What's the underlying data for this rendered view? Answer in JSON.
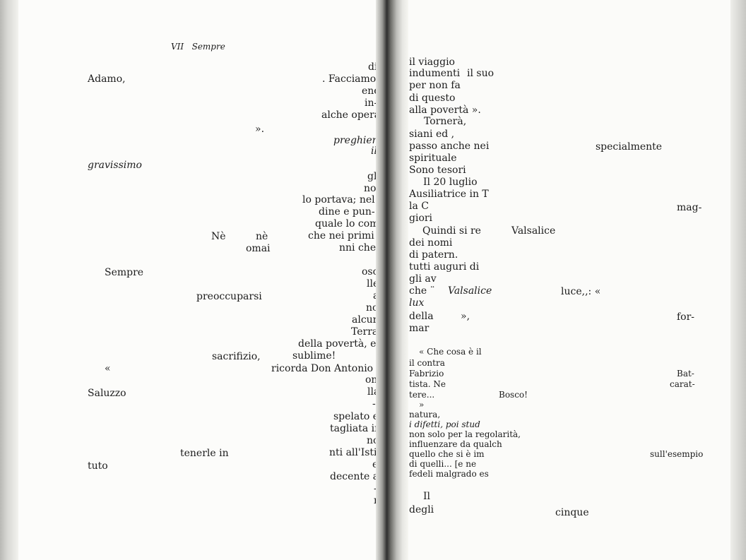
{
  "left_page": {
    "header": {
      "chapter": "VII",
      "title": "Sempre"
    },
    "lines": {
      "l01": "di",
      "l02": "Adamo,",
      "l03": ". Facciamo",
      "l04": "ene",
      "l05": "in-",
      "l06": "alche opera",
      "l07": "».",
      "l08": "preghiere,",
      "l09": "il",
      "l10": "gravissimo",
      "l11": "gli",
      "l12": "no",
      "l13": "lo portava; nel",
      "l14": "dine e pun-",
      "l15": "quale lo com-",
      "l16": "Nè",
      "l17": "nè",
      "l18": "che nei primi",
      "l19": "omai",
      "l20": "nni che",
      "l21": "Sempre",
      "l22": "oso",
      "l23": "lle",
      "l24": "preoccuparsi",
      "l25": "a",
      "l26": "no",
      "l27": "alcun",
      "l28": "Terra",
      "l29": "della povertà, ed",
      "l30": "sacrifizio,",
      "l31": "sublime!",
      "l32": "«",
      "l33": "ricorda Don Antonio",
      "l34": "on",
      "l35": "Saluzzo",
      "l36": "lla",
      "l37": "-,",
      "l38": "spelato e",
      "l39": "tagliata in",
      "l40": "no",
      "l41": "tenerle in",
      "l42": "nti all'Isti-",
      "l43": "tuto",
      "l44": "e",
      "l45": "decente al",
      "l46": "-",
      "l47": "r"
    }
  },
  "right_page": {
    "lines": {
      "r01": "il viaggio",
      "r02": "indumenti",
      "r03": "il suo",
      "r04": "per non fa",
      "r05": "di questo",
      "r06": "alla povertà ».",
      "r07": "Tornerà,",
      "r08": "siani ed ,",
      "r09": "passo anche nei",
      "r10": "specialmente",
      "r11": "spirituale",
      "r12": "Sono tesori",
      "r13": "Il 20 luglio",
      "r14": "Ausiliatrice in T",
      "r15": "la C",
      "r16": "mag-",
      "r17": "giori",
      "r18": "Quindi si re",
      "r19": "Valsalice",
      "r20": "dei nomi",
      "r21": "di patern.",
      "r22": "tutti auguri di",
      "r23": "gli av",
      "r24": "che ¨",
      "r25": "Valsalice",
      "r26": "luce,,: «",
      "r27": "lux",
      "r28": "della",
      "r29": "»,",
      "r30": "for-",
      "r31": "mar"
    },
    "quote": {
      "q01": "« Che cosa è il",
      "q02": "il contra",
      "q03": "Fabrizio",
      "q04": "Bat-",
      "q05": "tista. Ne",
      "q06": "carat-",
      "q07": "tere...",
      "q08": "Bosco!",
      "q09": "»",
      "q10": "natura,",
      "q11": "i difetti, poi stud",
      "q12": "non solo per la regolarità,",
      "q13": "influenzare da qualch",
      "q14": "quello che si è im",
      "q15": "sull'esempio",
      "q16": "di quelli... [e ne",
      "q17": "fedeli malgrado es"
    },
    "tail": {
      "t01": "Il",
      "t02": "degli",
      "t03": "cinque"
    }
  }
}
